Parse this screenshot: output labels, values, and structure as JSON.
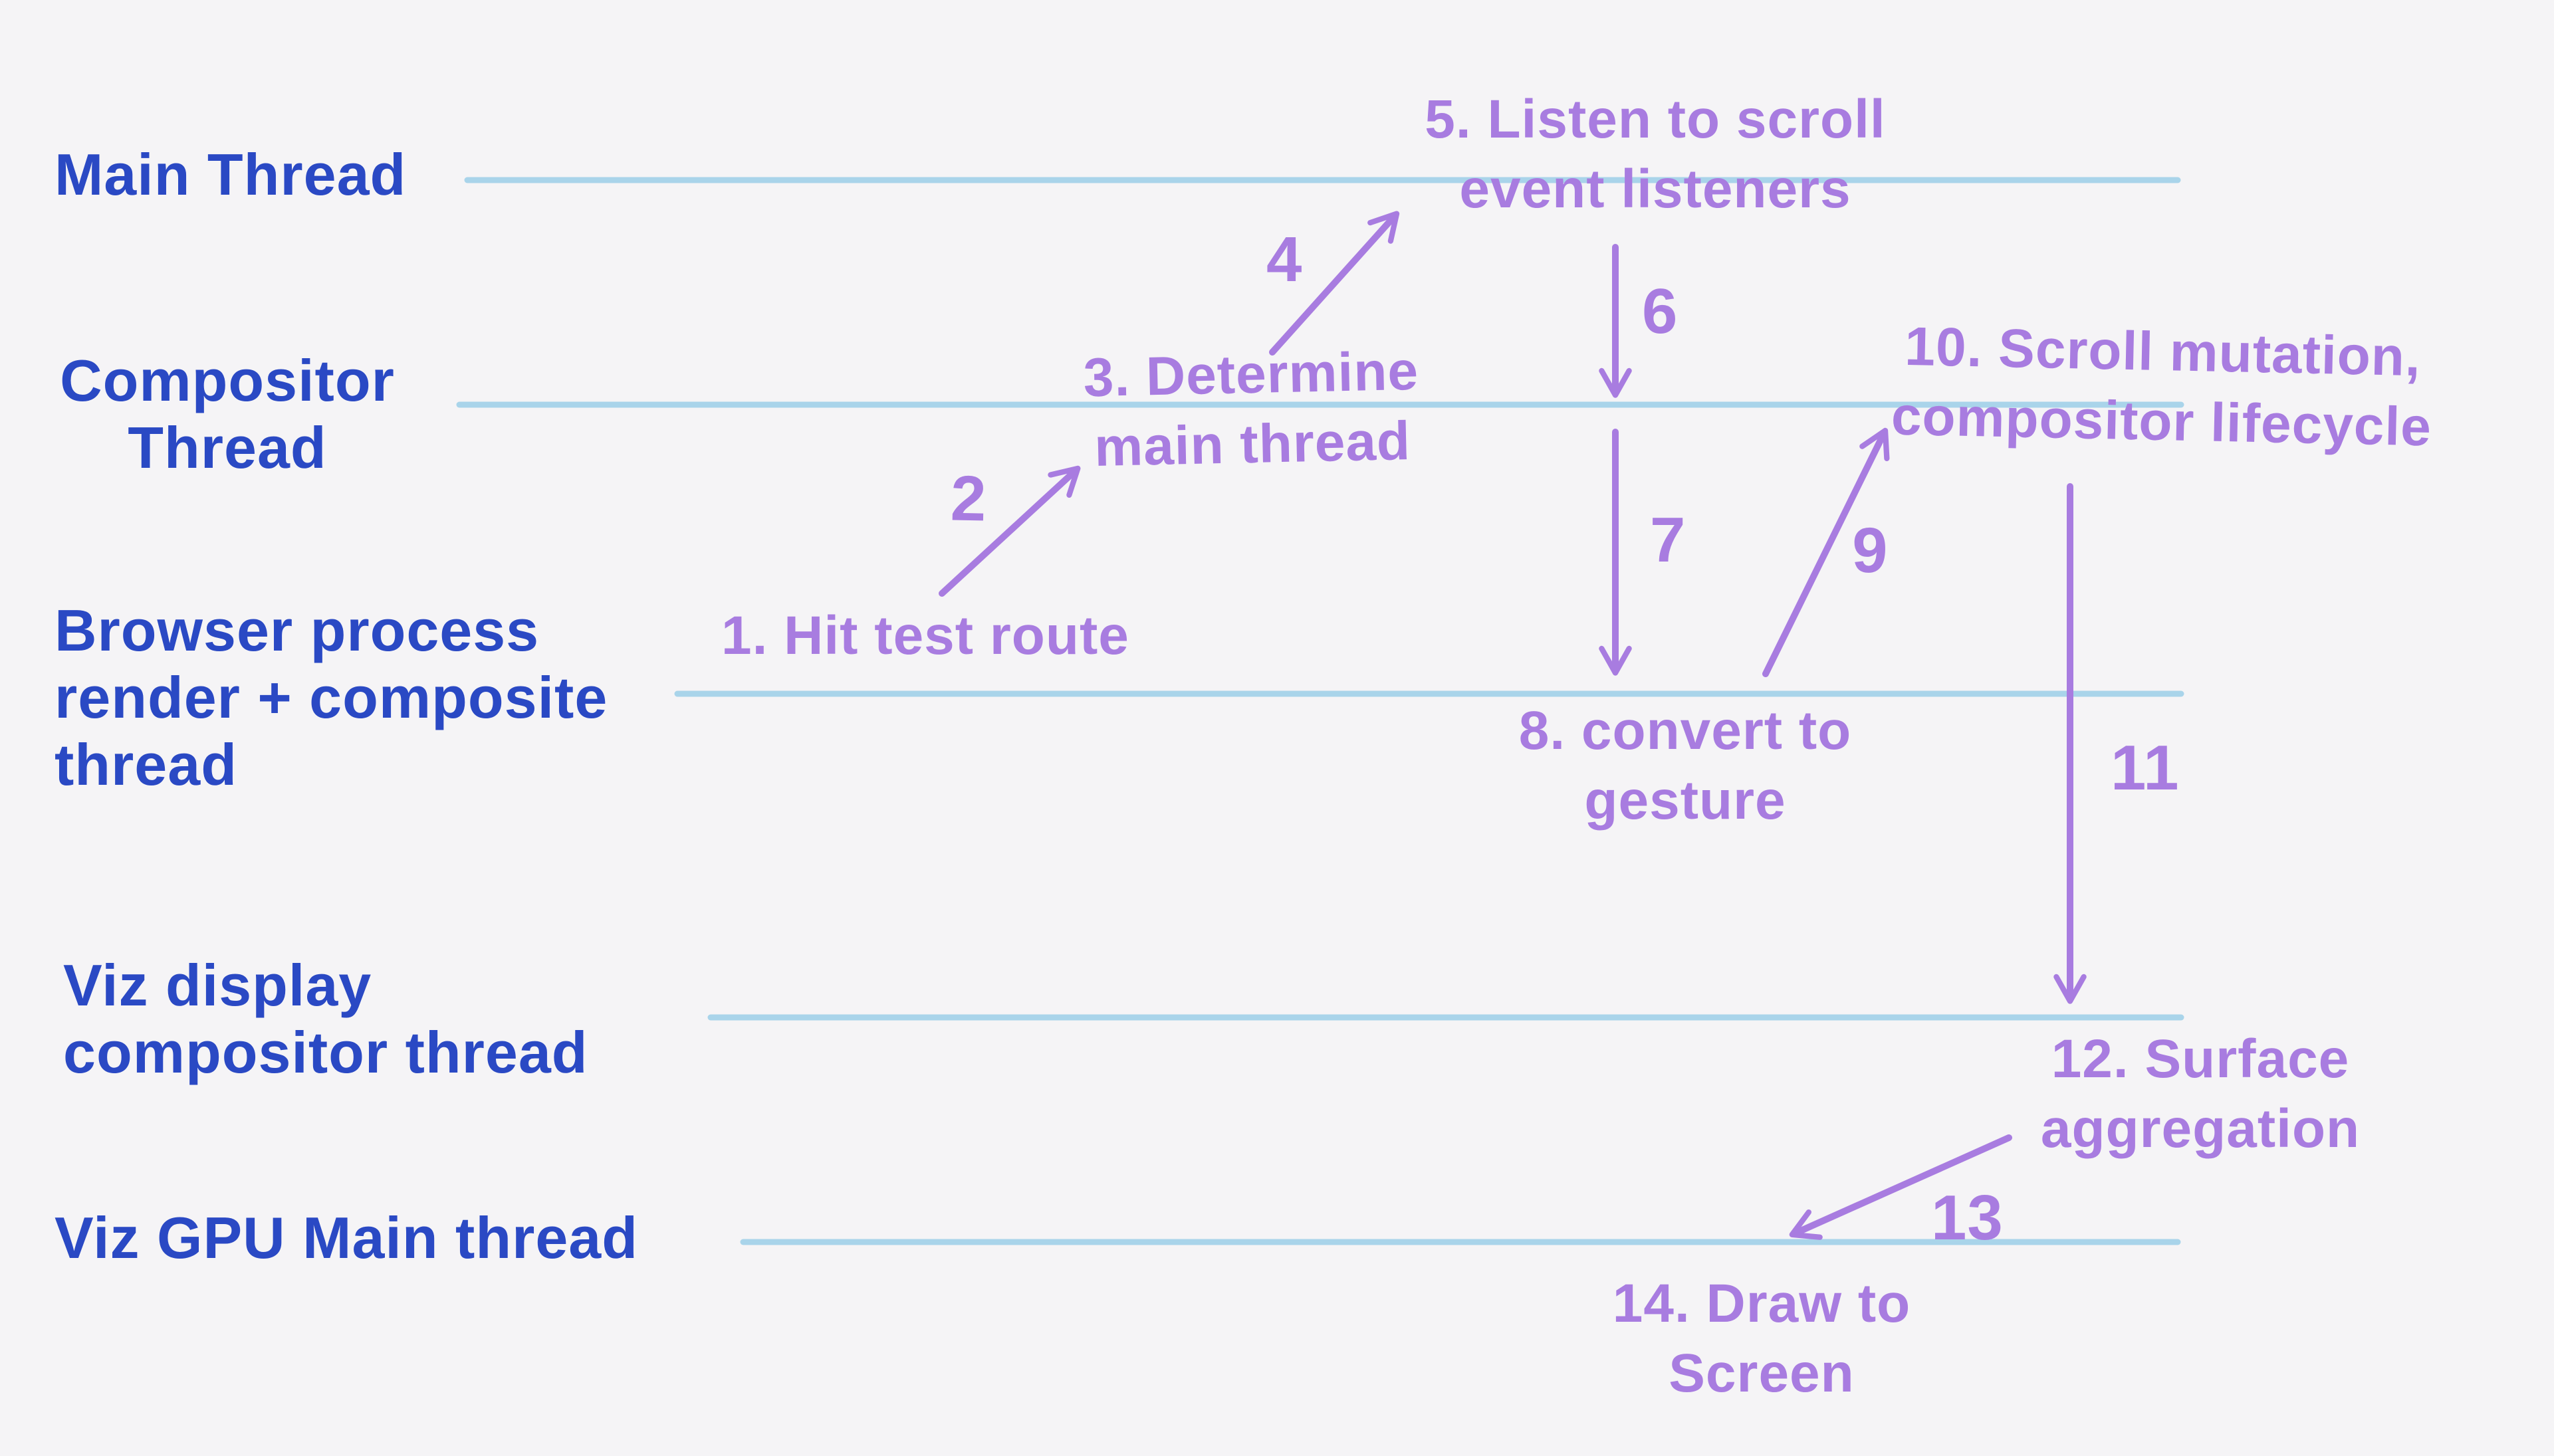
{
  "diagram_title": "Browser scroll event sequence diagram",
  "colors": {
    "background": "#f5f4f6",
    "thread_label": "#2a49c4",
    "thread_line": "#a9d4ea",
    "annotation": "#a87ce0"
  },
  "threads": [
    {
      "name": "main-thread",
      "lines": [
        "Main Thread"
      ]
    },
    {
      "name": "compositor-thread",
      "lines": [
        "Compositor",
        "Thread"
      ]
    },
    {
      "name": "browser-process-render-composite-thread",
      "lines": [
        "Browser process",
        "render + composite",
        "thread"
      ]
    },
    {
      "name": "viz-display-compositor-thread",
      "lines": [
        "Viz display",
        "compositor thread"
      ]
    },
    {
      "name": "viz-gpu-main-thread",
      "lines": [
        "Viz GPU Main thread"
      ]
    }
  ],
  "steps": {
    "s1": "1. Hit test route",
    "s2": "2",
    "s3": [
      "3. Determine",
      "main thread"
    ],
    "s4": "4",
    "s5": [
      "5. Listen to scroll",
      "event listeners"
    ],
    "s6": "6",
    "s7": "7",
    "s8": [
      "8. convert to",
      "gesture"
    ],
    "s9": "9",
    "s10": [
      "10. Scroll mutation,",
      "compositor lifecycle"
    ],
    "s11": "11",
    "s12": [
      "12. Surface",
      "aggregation"
    ],
    "s13": "13",
    "s14": [
      "14. Draw to",
      "Screen"
    ]
  }
}
